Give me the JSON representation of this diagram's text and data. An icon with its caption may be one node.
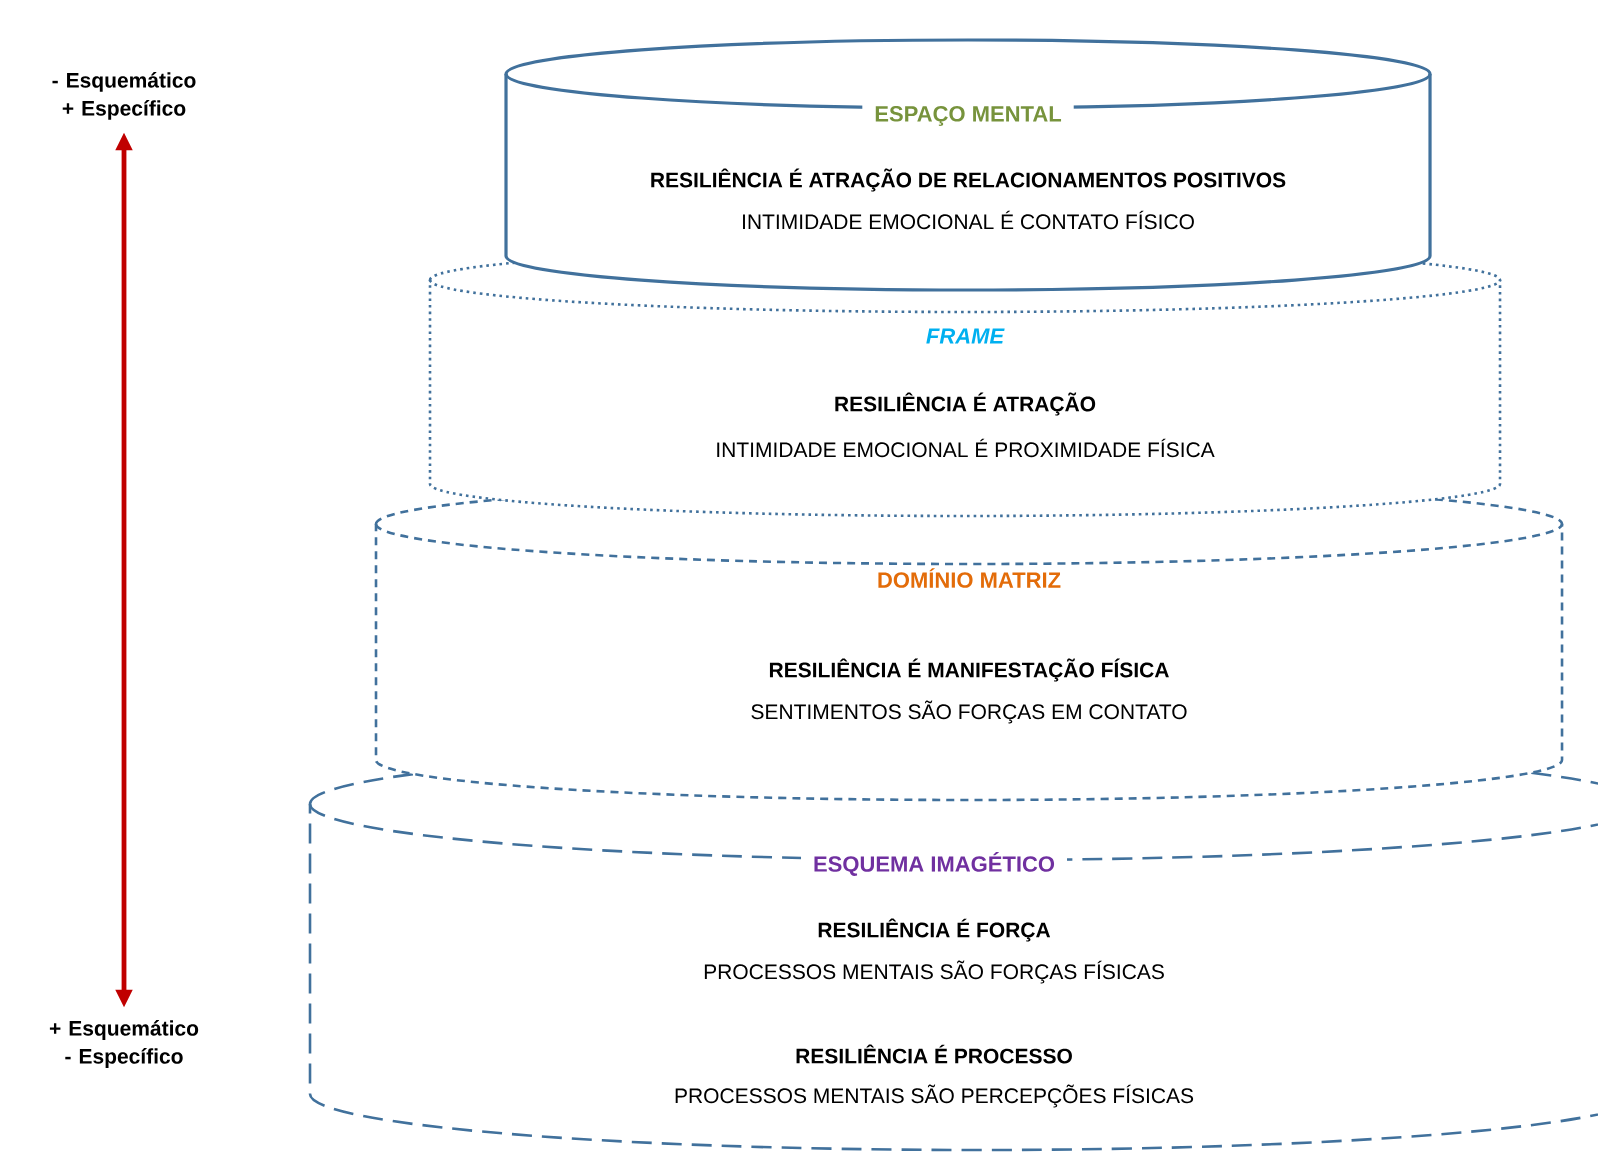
{
  "diagram": {
    "nodes": [
      {
        "text": [
          "ESPAÇO MENTAL",
          "RESILIÊNCIA É ATRAÇÃO DE RELACIONAMENTOS POSITIVOS",
          "INTIMIDADE EMOCIONAL É CONTATO FÍSICO"
        ]
      },
      {
        "text": [
          "FRAME",
          "RESILIÊNCIA É ATRAÇÃO",
          "INTIMIDADE EMOCIONAL É PROXIMIDADE FÍSICA"
        ]
      },
      {
        "text": [
          "DOMÍNIO MATRIZ",
          "RESILIÊNCIA É MANIFESTAÇÃO FÍSICA",
          "SENTIMENTOS SÃO FORÇAS EM CONTATO"
        ]
      },
      {
        "text": [
          "ESQUEMA IMAGÉTICO",
          "RESILIÊNCIA É FORÇA",
          "PROCESSOS MENTAIS SÃO FORÇAS FÍSICAS",
          "RESILIÊNCIA É PROCESSO",
          "PROCESSOS MENTAIS SÃO PERCEPÇÕES FÍSICAS"
        ]
      },
      {
        "text": [
          "- Esquemático + Específico"
        ]
      },
      {
        "text": [
          "+ Esquemático - Específico"
        ]
      }
    ],
    "edges": [
      {
        "from": 4,
        "to": 5,
        "arrow": "both",
        "color": "#c00000"
      }
    ]
  }
}
